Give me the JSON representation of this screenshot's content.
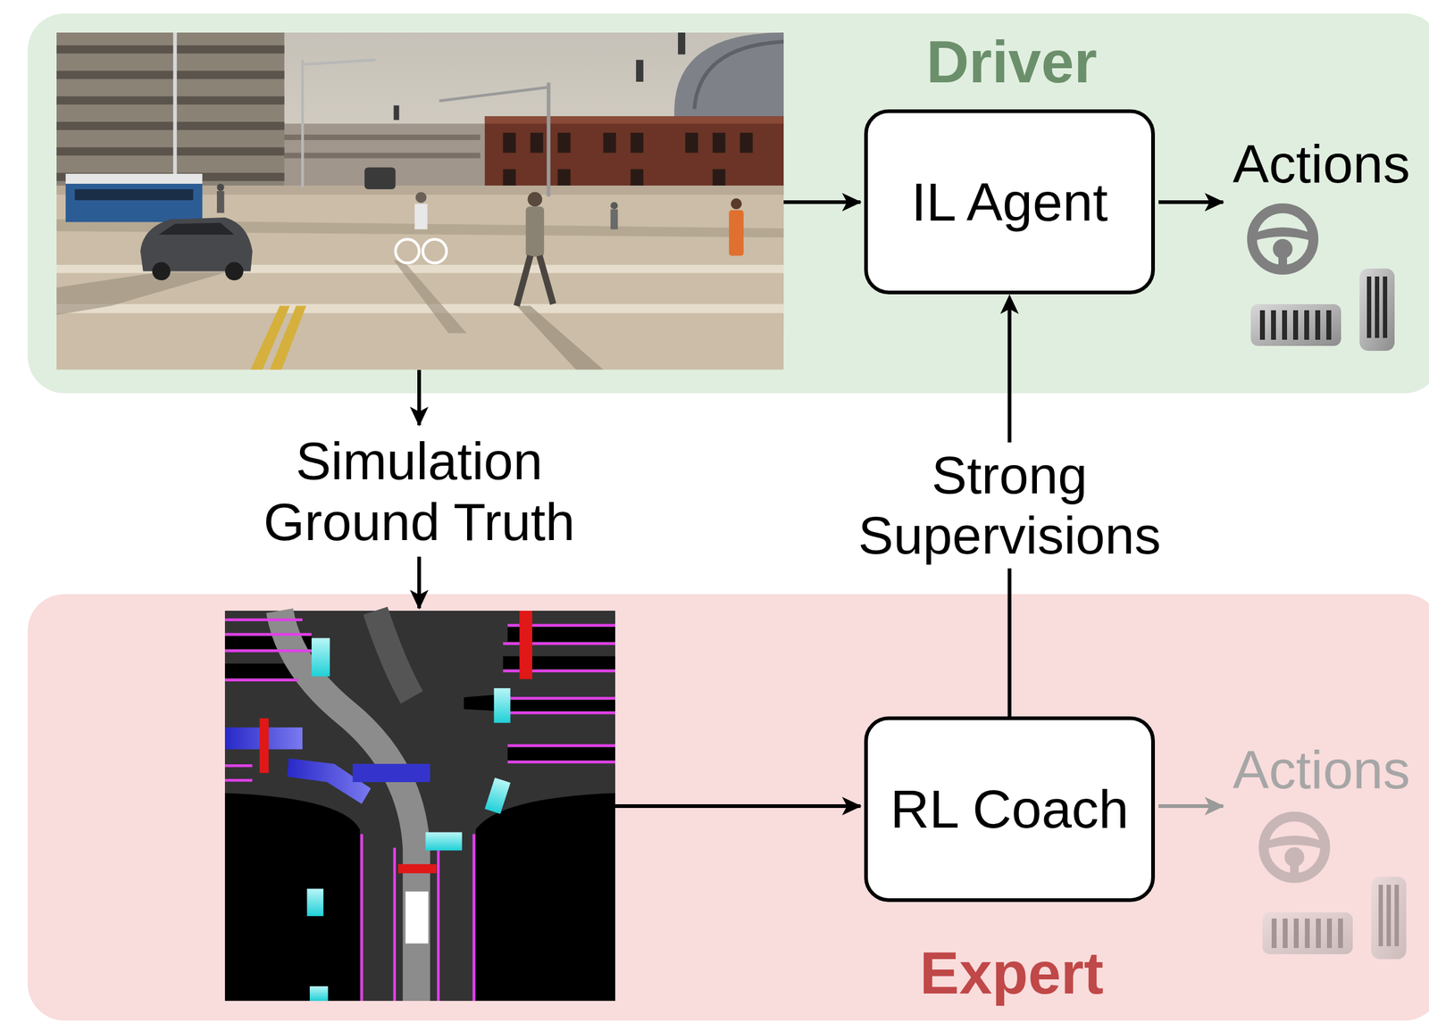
{
  "diagram": {
    "nodes": [
      {
        "text": [
          "Driver"
        ]
      },
      {
        "text": [
          "IL Agent"
        ],
        "in": 0
      },
      {
        "text": [
          "Expert"
        ]
      },
      {
        "text": [
          "RL Coach"
        ],
        "in": 2
      }
    ],
    "edges": [
      {
        "from": 3,
        "to": 1,
        "arrow": "to",
        "label": "Strong Supervisions"
      }
    ],
    "labels": [
      "Actions",
      "Simulation Ground Truth",
      "Actions"
    ]
  }
}
